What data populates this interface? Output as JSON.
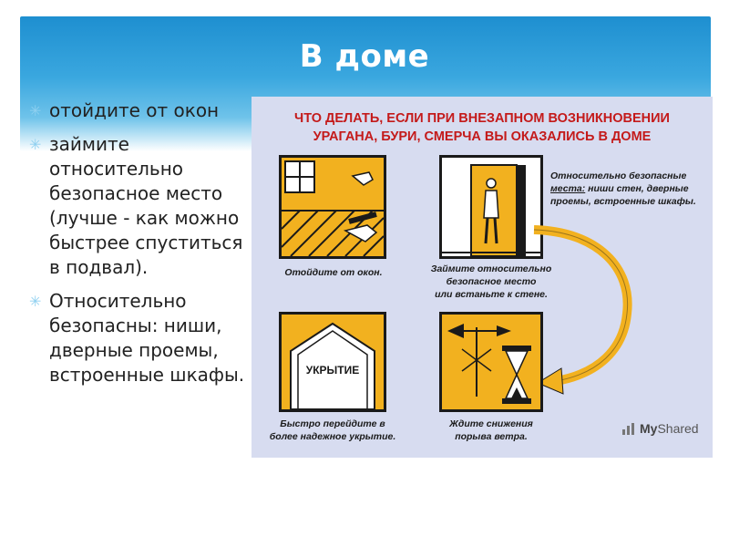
{
  "slide": {
    "title": "В доме",
    "bullets": [
      "отойдите от окон",
      "займите относительно безопасное место (лучше - как можно быстрее спуститься в подвал).",
      "Относительно безопасны: ниши, дверные проемы, встроенные шкафы."
    ]
  },
  "infographic": {
    "title_line1": "ЧТО ДЕЛАТЬ, ЕСЛИ ПРИ ВНЕЗАПНОМ ВОЗНИКНОВЕНИИ",
    "title_line2": "УРАГАНА, БУРИ, СМЕРЧА ВЫ ОКАЗАЛИСЬ В ДОМЕ",
    "panel1_caption": "Отойдите от окон.",
    "panel2_caption_line1": "Займите относительно",
    "panel2_caption_line2": "безопасное место",
    "panel2_caption_line3": "или встаньте к стене.",
    "panel3_label": "УКРЫТИЕ",
    "panel3_caption_line1": "Быстро перейдите в",
    "panel3_caption_line2": "более надежное укрытие.",
    "panel4_caption_line1": "Ждите снижения",
    "panel4_caption_line2": "порыва ветра.",
    "note_line1": "Относительно безопасные",
    "note_line2_underlined": "места:",
    "note_line2_rest": " ниши стен, дверные",
    "note_line3": "проемы, встроенные шкафы.",
    "colors": {
      "panel_fill": "#f2b11f",
      "title_red": "#c41a1a",
      "card_bg": "#d7dcf0"
    }
  },
  "watermark": {
    "brand_bold": "My",
    "brand_rest": "Shared"
  }
}
